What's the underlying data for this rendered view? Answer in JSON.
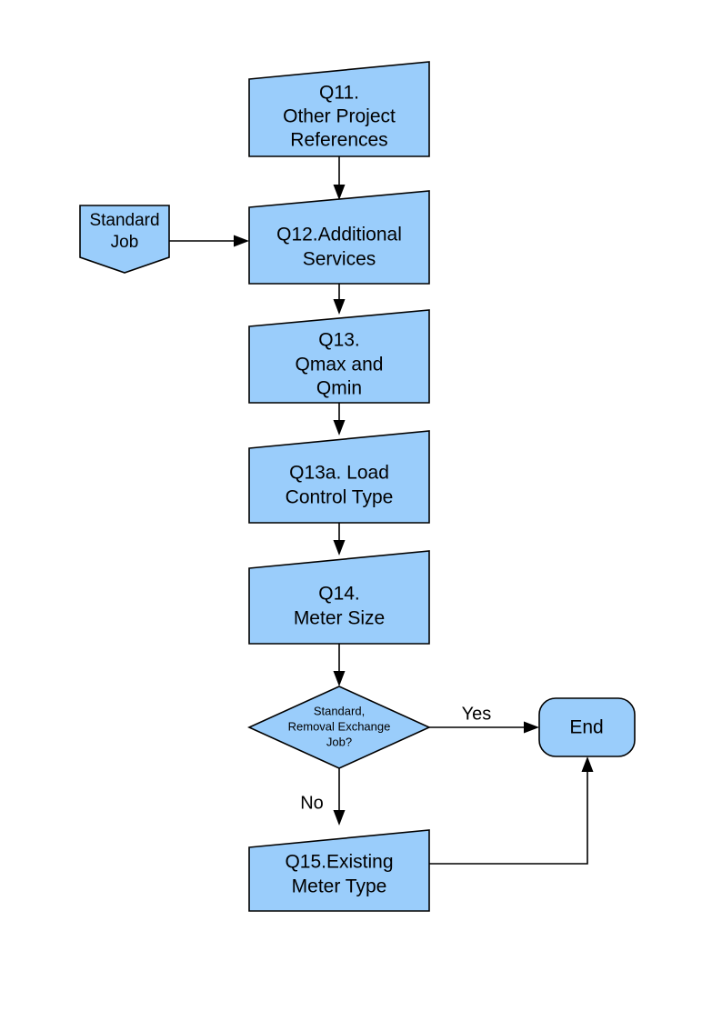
{
  "diagram": {
    "title": "Flowchart Q11 to Q15 Meter Job Process",
    "background_color": "#FFFFFF",
    "node_fill_color": "#9ACDFB",
    "node_stroke_color": "#000000",
    "text_color": "#000000"
  },
  "nodes": {
    "q11": {
      "shape": "slanted-box",
      "lines": [
        "Q11.",
        "Other Project",
        "References"
      ]
    },
    "standard_job": {
      "shape": "notched-pentagon",
      "lines": [
        "Standard",
        "Job"
      ]
    },
    "q12": {
      "shape": "slanted-box",
      "lines": [
        "Q12.Additional",
        "Services"
      ]
    },
    "q13": {
      "shape": "slanted-box",
      "lines": [
        "Q13.",
        "Qmax and",
        "Qmin"
      ]
    },
    "q13a": {
      "shape": "slanted-box",
      "lines": [
        "Q13a. Load",
        "Control Type"
      ]
    },
    "q14": {
      "shape": "slanted-box",
      "lines": [
        "Q14.",
        "Meter Size"
      ]
    },
    "decision": {
      "shape": "diamond",
      "lines": [
        "Standard,",
        "Removal Exchange",
        "Job?"
      ]
    },
    "end": {
      "shape": "rounded-terminator",
      "lines": [
        "End"
      ]
    },
    "q15": {
      "shape": "slanted-box",
      "lines": [
        "Q15.Existing",
        "Meter Type"
      ]
    }
  },
  "edge_labels": {
    "yes": "Yes",
    "no": "No"
  }
}
